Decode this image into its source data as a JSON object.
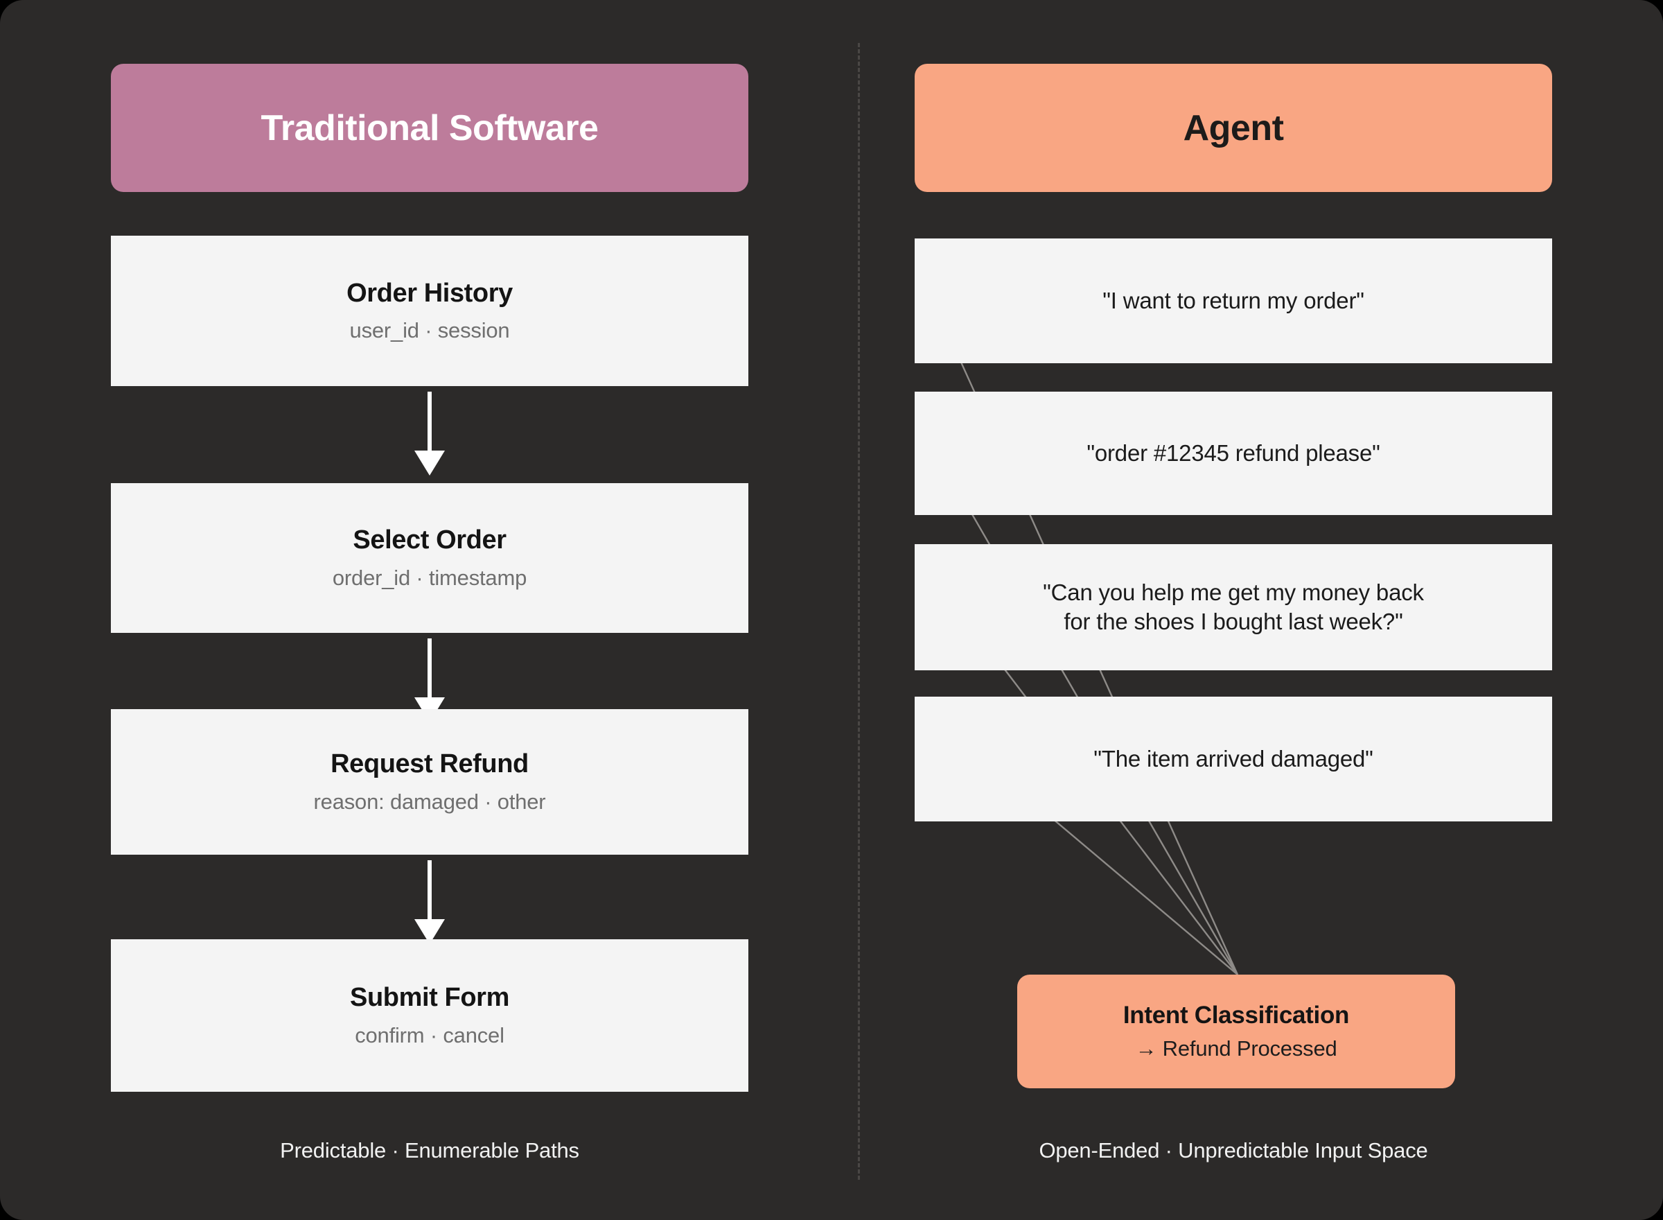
{
  "canvas": {
    "background": "#2c2a29",
    "divider_color": "#4a4745"
  },
  "left_column": {
    "header": {
      "title": "Traditional Software",
      "background": "#bd7c9b",
      "text_color": "#ffffff"
    },
    "steps": [
      {
        "title": "Order History",
        "subtitle": "user_id · session"
      },
      {
        "title": "Select Order",
        "subtitle": "order_id · timestamp"
      },
      {
        "title": "Request Refund",
        "subtitle": "reason: damaged · other"
      },
      {
        "title": "Submit Form",
        "subtitle": "confirm · cancel"
      }
    ],
    "arrow_count": 3,
    "caption": "Predictable · Enumerable Paths"
  },
  "right_column": {
    "header": {
      "title": "Agent",
      "background": "#f9a683",
      "text_color": "#1c1b1a"
    },
    "utterances": [
      {
        "lines": [
          "\"I want to return my order\""
        ]
      },
      {
        "lines": [
          "\"order #12345 refund please\""
        ]
      },
      {
        "lines": [
          "\"Can you help me get my money back",
          "for the shoes I bought last week?\""
        ]
      },
      {
        "lines": [
          "\"The item arrived damaged\""
        ]
      }
    ],
    "intent_node": {
      "title": "Intent Classification",
      "subtitle": "→ Refund Processed",
      "background": "#f9a683"
    },
    "caption": "Open-Ended · Unpredictable Input Space"
  },
  "box_colors": {
    "step_box": "#f4f4f4",
    "step_title": "#141414",
    "step_subtitle": "#6f6f6f",
    "utterance_box": "#f4f4f4",
    "utterance_text": "#1b1b1b",
    "caption_text": "#f2f2f2",
    "arrow": "#ffffff",
    "fan_line": "#8e8b88"
  }
}
